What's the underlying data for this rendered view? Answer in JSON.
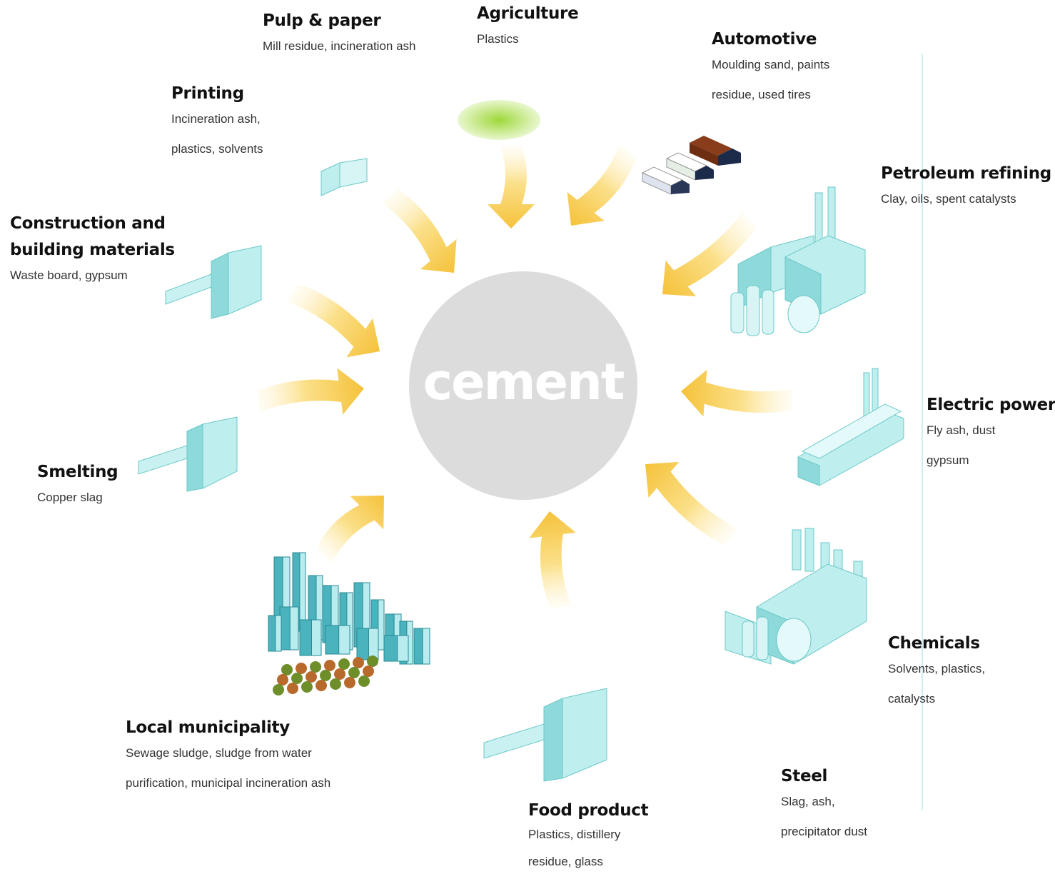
{
  "center": {
    "label": "cement"
  },
  "colors": {
    "arrow": "#f7c94a",
    "circle": "#dcdcdc",
    "building_face": "#bfeeee",
    "building_side": "#8edada",
    "building_stroke": "#6cc8c8",
    "agriculture": "#9fd83a"
  },
  "industries": [
    {
      "id": "pulp",
      "title": "Pulp & paper",
      "lines": [
        "Mill residue, incineration ash"
      ]
    },
    {
      "id": "agri",
      "title": "Agriculture",
      "lines": [
        "Plastics"
      ]
    },
    {
      "id": "auto",
      "title": "Automotive",
      "lines": [
        "Moulding sand, paints",
        "residue, used tires"
      ]
    },
    {
      "id": "print",
      "title": "Printing",
      "lines": [
        "Incineration ash,",
        "plastics, solvents"
      ]
    },
    {
      "id": "petro",
      "title": "Petroleum refining",
      "lines": [
        "Clay, oils, spent catalysts"
      ]
    },
    {
      "id": "constr",
      "title": "Construction and",
      "title2": "building materials",
      "lines": [
        "Waste board, gypsum"
      ]
    },
    {
      "id": "elec",
      "title": "Electric power",
      "lines": [
        "Fly ash, dust",
        "gypsum"
      ]
    },
    {
      "id": "smelt",
      "title": "Smelting",
      "lines": [
        "Copper slag"
      ]
    },
    {
      "id": "chem",
      "title": "Chemicals",
      "lines": [
        "Solvents, plastics,",
        "catalysts"
      ]
    },
    {
      "id": "muni",
      "title": "Local municipality",
      "lines": [
        "Sewage sludge, sludge from water",
        "purification, municipal incineration ash"
      ]
    },
    {
      "id": "steel",
      "title": "Steel",
      "lines": [
        "Slag, ash,",
        "precipitator dust"
      ]
    },
    {
      "id": "food",
      "title": "Food product",
      "lines": [
        "Plastics, distillery",
        "residue, glass"
      ]
    }
  ]
}
